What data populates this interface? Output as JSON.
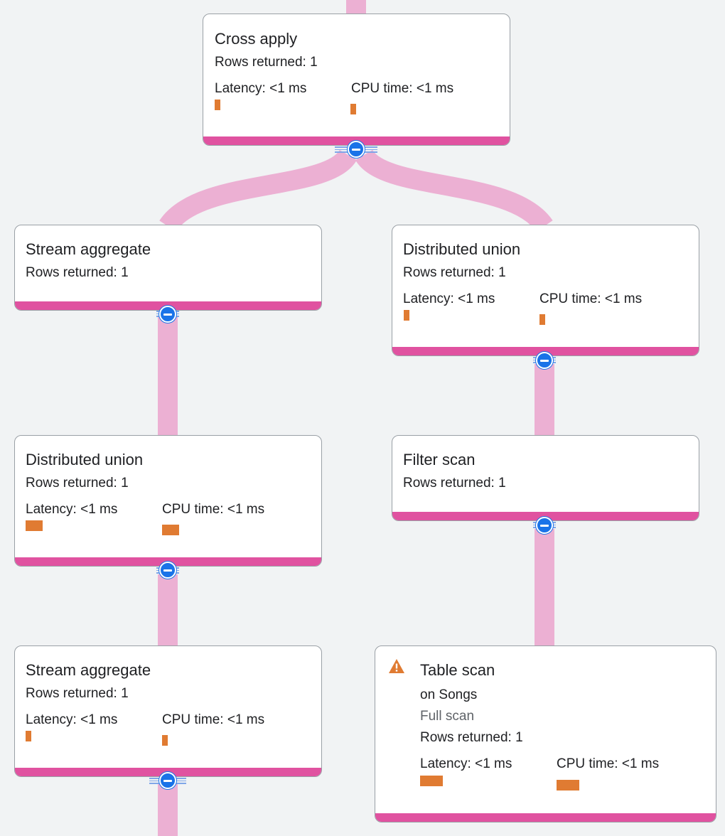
{
  "plan": {
    "nodes": {
      "cross_apply": {
        "title": "Cross apply",
        "rows": "Rows returned: 1",
        "latency": "Latency: <1 ms",
        "cpu": "CPU time: <1 ms"
      },
      "stream_aggregate_top": {
        "title": "Stream aggregate",
        "rows": "Rows returned: 1"
      },
      "distributed_union_right": {
        "title": "Distributed union",
        "rows": "Rows returned: 1",
        "latency": "Latency: <1 ms",
        "cpu": "CPU time: <1 ms"
      },
      "distributed_union_left": {
        "title": "Distributed union",
        "rows": "Rows returned: 1",
        "latency": "Latency: <1 ms",
        "cpu": "CPU time: <1 ms"
      },
      "filter_scan": {
        "title": "Filter scan",
        "rows": "Rows returned: 1"
      },
      "stream_aggregate_bottom": {
        "title": "Stream aggregate",
        "rows": "Rows returned: 1",
        "latency": "Latency: <1 ms",
        "cpu": "CPU time: <1 ms"
      },
      "table_scan": {
        "title": "Table scan",
        "table": "on Songs",
        "scan_type": "Full scan",
        "rows": "Rows returned: 1",
        "latency": "Latency: <1 ms",
        "cpu": "CPU time: <1 ms",
        "warning_icon": "warning-triangle-icon"
      }
    },
    "collapse_icon": "minus-circle-icon"
  },
  "colors": {
    "background": "#f1f3f4",
    "edge": "#ecb0d3",
    "node_footer": "#e052a0",
    "metric_bar": "#e07b32",
    "collapse_button": "#1a73e8",
    "warning": "#e07b32"
  }
}
